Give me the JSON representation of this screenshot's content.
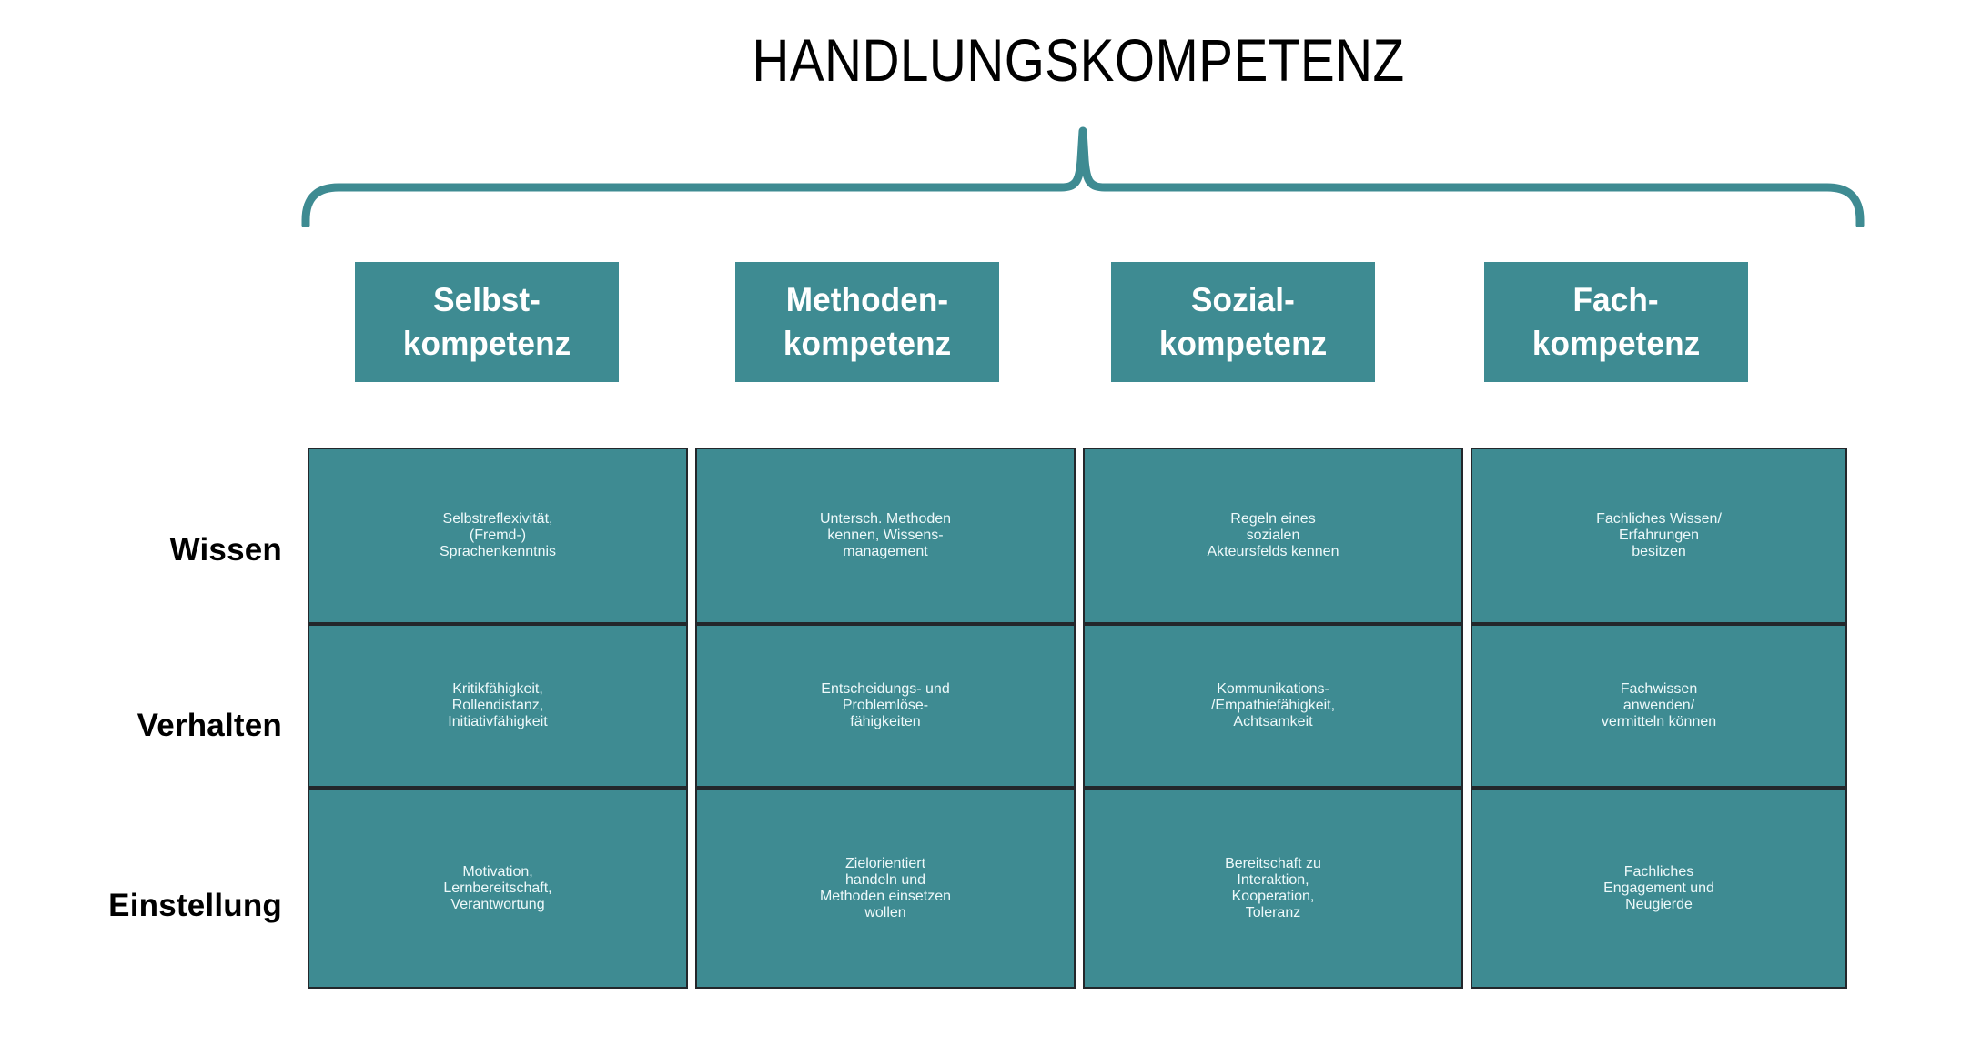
{
  "title": "HANDLUNGSKOMPETENZ",
  "colors": {
    "teal": "#3E8B92",
    "cell_border": "#23272b",
    "cell_text": "#eef9fa",
    "label_text": "#000000",
    "brace": "#3E8B92",
    "background": "#ffffff"
  },
  "brace": {
    "name": "curly-brace-connector",
    "orientation": "downward-opening"
  },
  "competencies": [
    {
      "line1": "Selbst-",
      "line2": "kompetenz"
    },
    {
      "line1": "Methoden-",
      "line2": "kompetenz"
    },
    {
      "line1": "Sozial-",
      "line2": "kompetenz"
    },
    {
      "line1": "Fach-",
      "line2": "kompetenz"
    }
  ],
  "row_labels": [
    "Wissen",
    "Verhalten",
    "Einstellung"
  ],
  "matrix": [
    [
      "Selbstreflexivität,\n(Fremd-)\nSprachenkenntnis",
      "Untersch. Methoden\nkennen, Wissens-\nmanagement",
      "Regeln eines\nsozialen\nAkteursfelds kennen",
      "Fachliches Wissen/\nErfahrungen\nbesitzen"
    ],
    [
      "Kritikfähigkeit,\nRollendistanz,\nInitiativfähigkeit",
      "Entscheidungs- und\nProblemlöse-\nfähigkeiten",
      "Kommunikations-\n/Empathiefähigkeit,\nAchtsamkeit",
      "Fachwissen\nanwenden/\nvermitteln können"
    ],
    [
      "Motivation,\nLernbereitschaft,\nVerantwortung",
      "Zielorientiert\nhandeln und\nMethoden einsetzen\nwollen",
      "Bereitschaft zu\nInteraktion,\nKooperation,\nToleranz",
      "Fachliches\nEngagement und\nNeugierde"
    ]
  ]
}
